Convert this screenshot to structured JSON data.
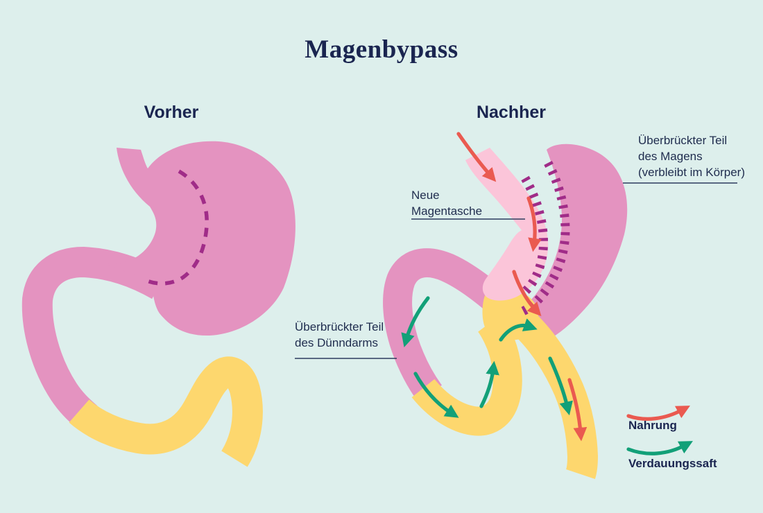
{
  "title": "Magenbypass",
  "panels": {
    "before": {
      "heading": "Vorher"
    },
    "after": {
      "heading": "Nachher"
    }
  },
  "annotations": {
    "pouch": {
      "lines": [
        "Neue",
        "Magentasche"
      ]
    },
    "stomach": {
      "lines": [
        "Überbrückter Teil",
        "des Magens",
        "(verbleibt im Körper)"
      ]
    },
    "intestine": {
      "lines": [
        "Überbrückter Teil",
        "des Dünndarms"
      ]
    }
  },
  "legend": {
    "food_label": "Nahrung",
    "juice_label": "Verdauungssaft"
  },
  "colors": {
    "background": "#ddefec",
    "text_navy": "#1a2550",
    "label_line": "#2c3c5e",
    "stomach_pink": "#e493c0",
    "pouch_pink": "#fbc5d9",
    "intestine_yellow": "#fdd76e",
    "food_red": "#ea5a50",
    "juice_green": "#12a078",
    "staple_purple": "#a02c88"
  }
}
